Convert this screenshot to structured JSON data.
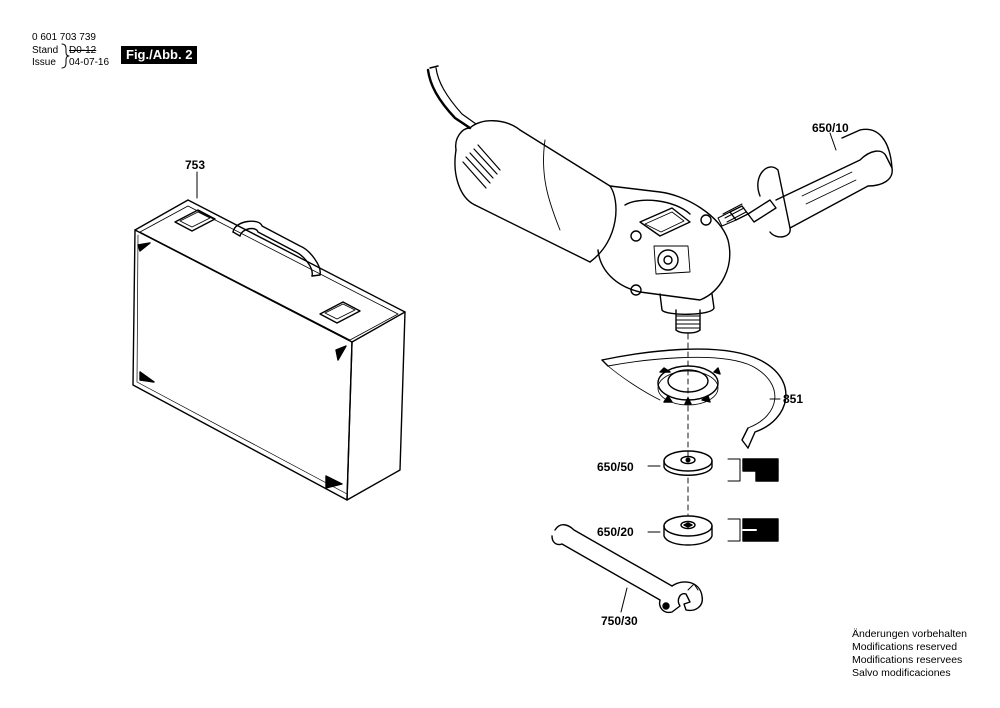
{
  "header": {
    "doc_number": "0 601 703 739",
    "stand_label": "Stand",
    "stand_value": "D0-12",
    "issue_label": "Issue",
    "issue_value": "04-07-16",
    "figure_label": "Fig./Abb. 2"
  },
  "parts": {
    "case": "753",
    "side_handle": "650/10",
    "guard": "851",
    "flange": "650/50",
    "nut": "650/20",
    "wrench": "750/30"
  },
  "notes": [
    "Änderungen vorbehalten",
    "Modifications reserved",
    "Modifications reservees",
    "Salvo modificaciones"
  ]
}
